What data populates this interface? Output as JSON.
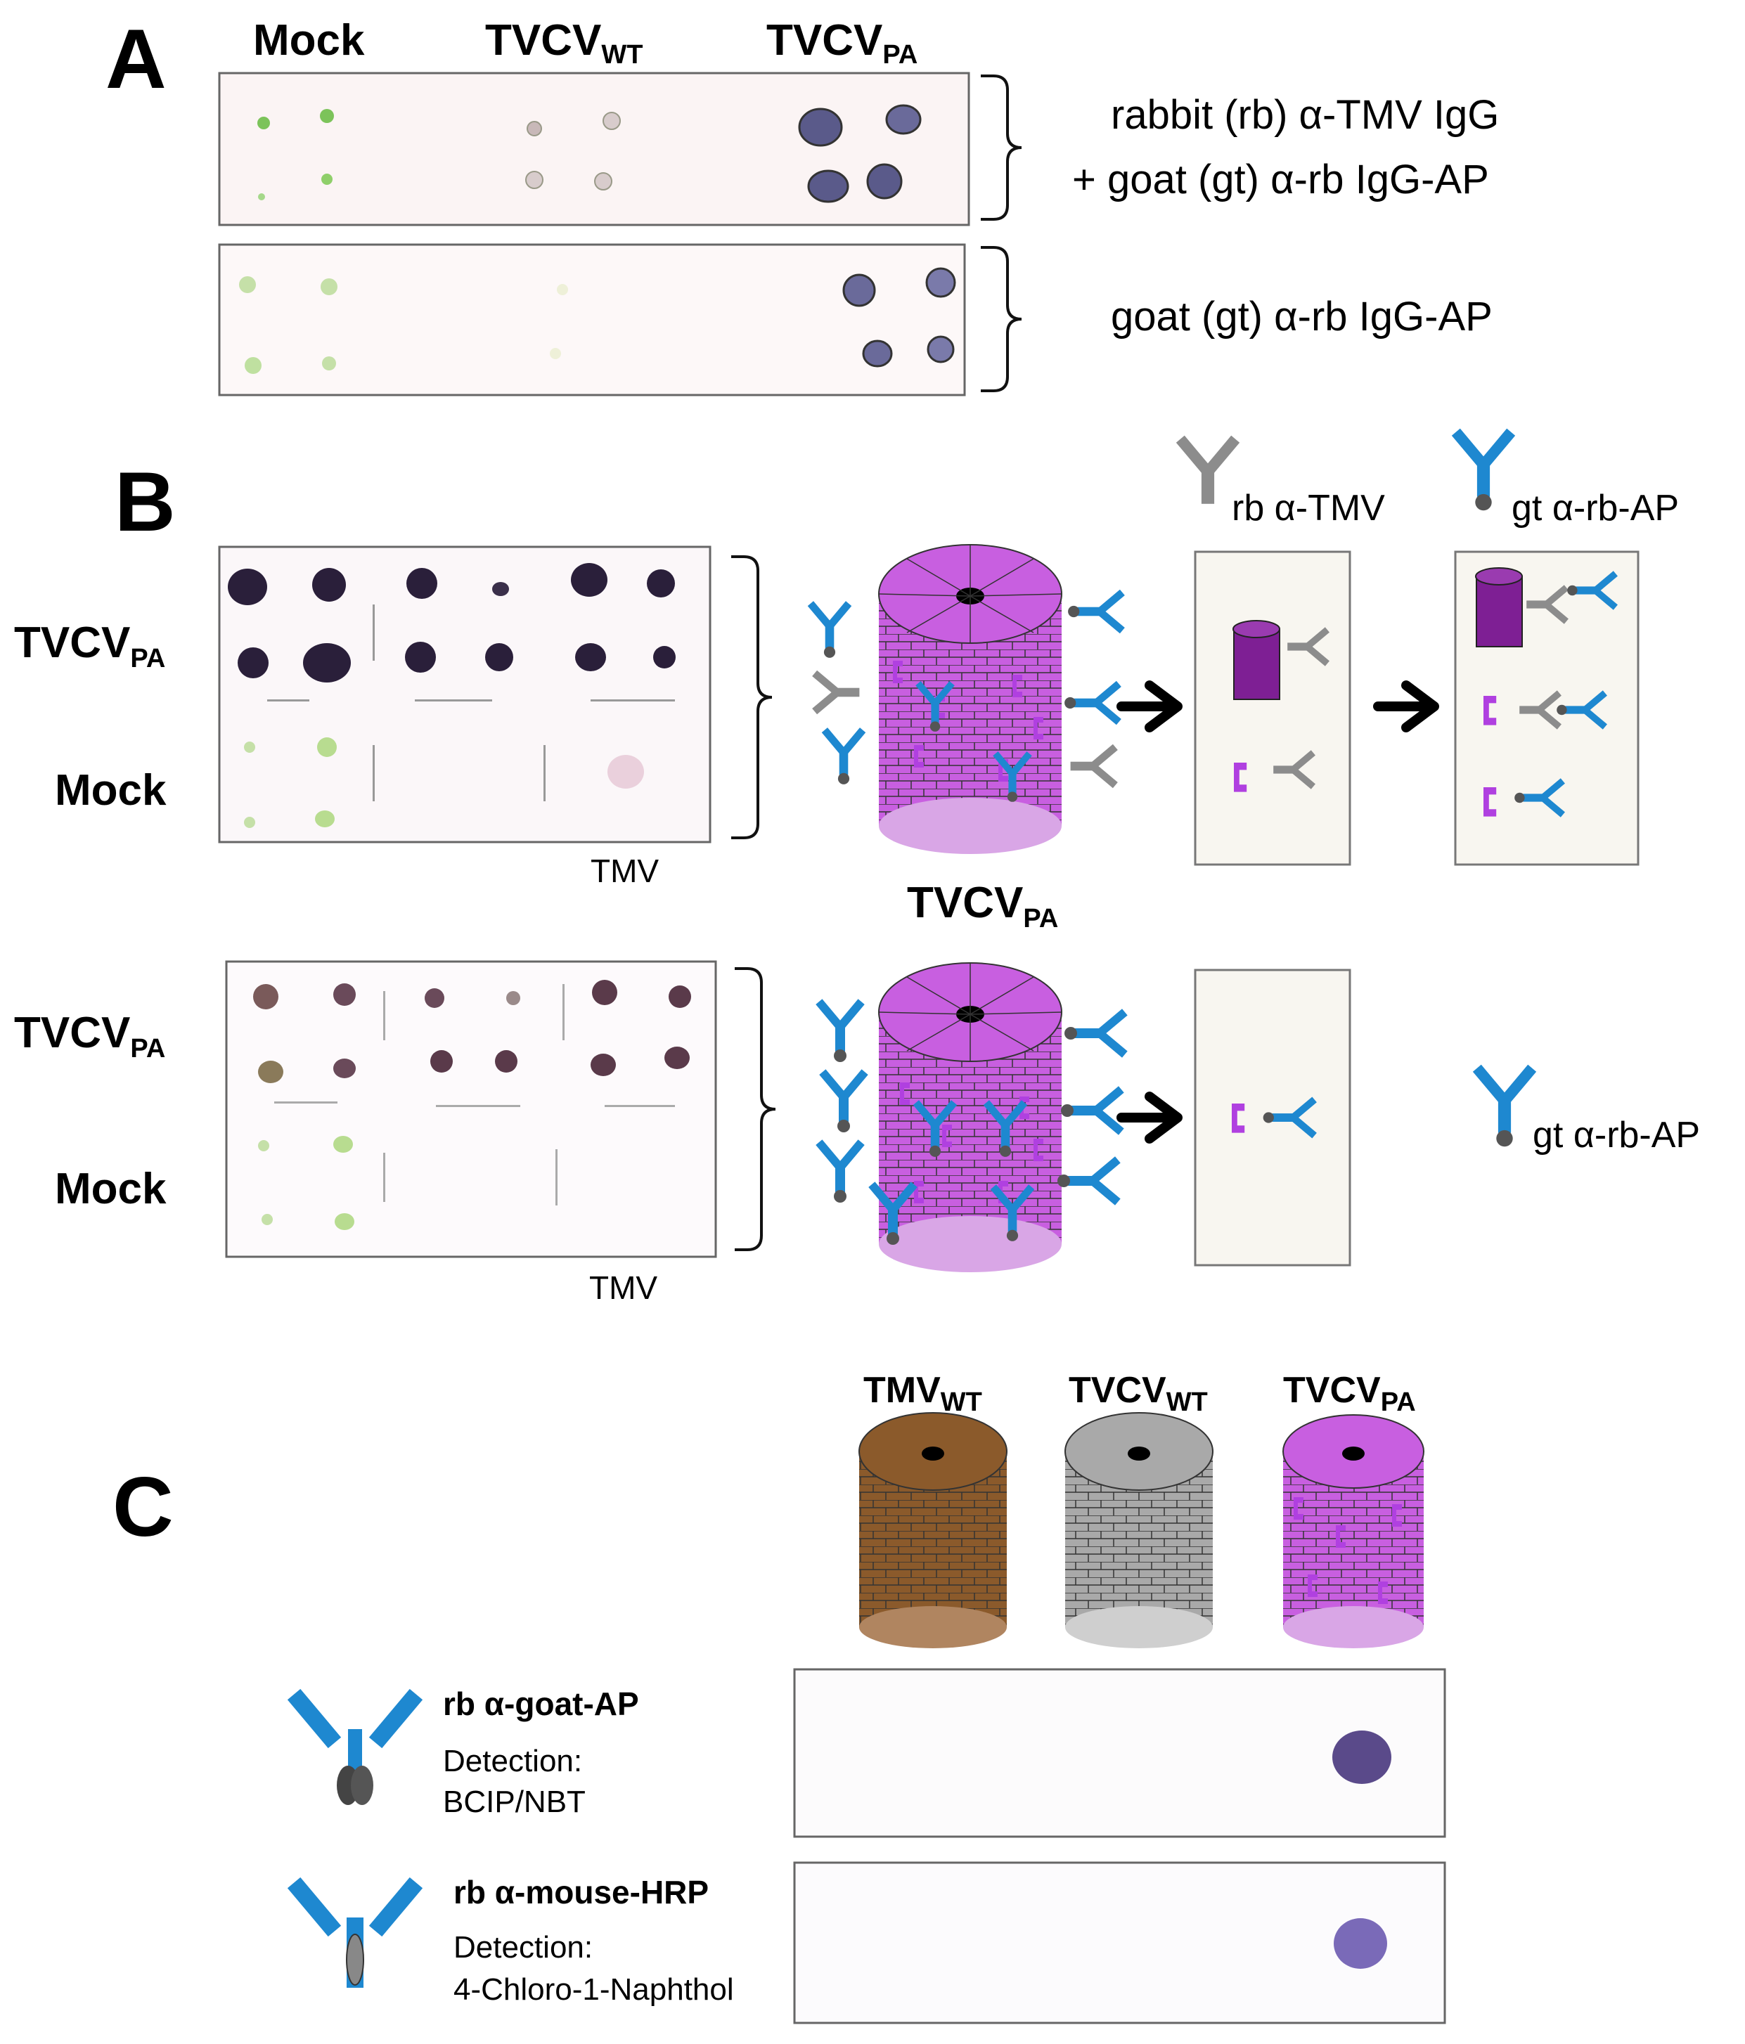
{
  "panel_a": {
    "letter": "A",
    "columns": [
      {
        "main": "Mock",
        "sub": ""
      },
      {
        "main": "TVCV",
        "sub": "WT"
      },
      {
        "main": "TVCV",
        "sub": "PA"
      }
    ],
    "label_top_line1": "rabbit (rb) α-TMV IgG",
    "label_top_line2": "+ goat (gt) α-rb IgG-AP",
    "label_bottom": "goat (gt) α-rb IgG-AP"
  },
  "panel_b": {
    "letter": "B",
    "row_top": {
      "main": "TVCV",
      "sub": "PA"
    },
    "row_bottom": "Mock",
    "membrane_caption": "TMV",
    "virus_label": {
      "main": "TVCV",
      "sub": "PA"
    },
    "legend_rb": "rb α-TMV",
    "legend_gt": "gt α-rb-AP",
    "legend_gt_lower": "gt α-rb-AP"
  },
  "panel_c": {
    "letter": "C",
    "viruses": [
      {
        "main": "TMV",
        "sub": "WT",
        "color": "#8B5A2B"
      },
      {
        "main": "TVCV",
        "sub": "WT",
        "color": "#A9A9A9"
      },
      {
        "main": "TVCV",
        "sub": "PA",
        "color": "#C85FE0"
      }
    ],
    "strip1": {
      "antibody": "rb α-goat-AP",
      "detection_label": "Detection:",
      "detection": "BCIP/NBT"
    },
    "strip2": {
      "antibody": "rb α-mouse-HRP",
      "detection_label": "Detection:",
      "detection": "4-Chloro-1-Naphthol"
    }
  },
  "colors": {
    "antibody_blue": "#1E88D0",
    "antibody_gray": "#8C8C8C",
    "purple": "#B040E0",
    "virus_purple": "#C85FE0",
    "spot_dark": "#2A1F3A",
    "spot_blue": "#5A4A8A"
  }
}
